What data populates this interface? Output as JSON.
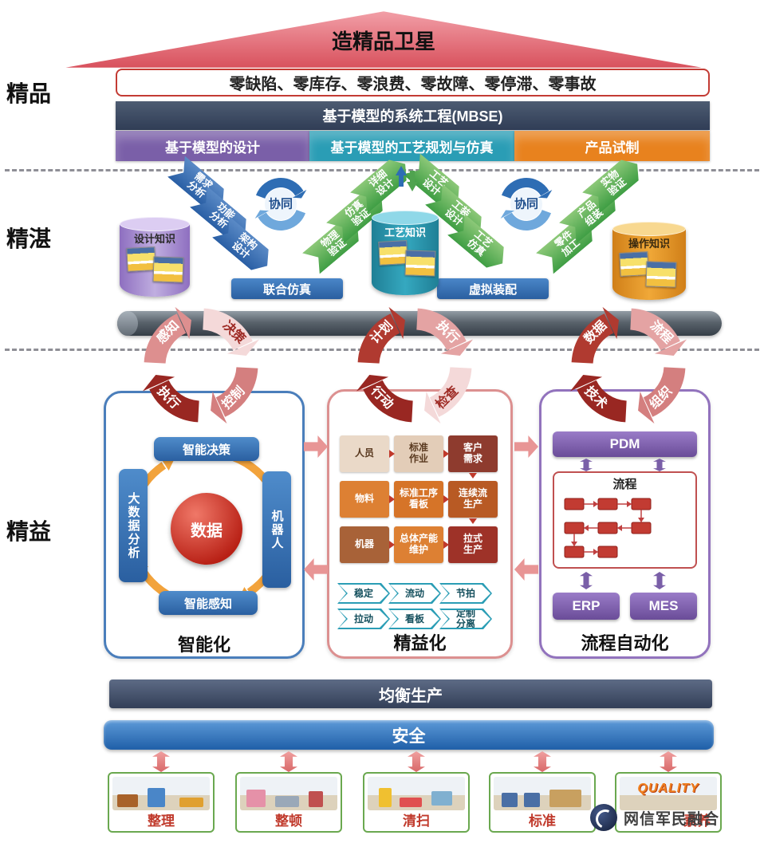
{
  "palette": {
    "roof_pink": "#d8505c",
    "blue": "#2a5fa0",
    "teal": "#2a9db5",
    "purple": "#7a5fa8",
    "orange": "#e8821e",
    "dark_header": "#3d4a5d",
    "green": "#4fa34f",
    "dark_red": "#992722",
    "pink": "#e39b9b",
    "salmon": "#e89595"
  },
  "header": {
    "roof_title": "造精品卫星",
    "zeros_banner": "零缺陷、零库存、零浪费、零故障、零停滞、零事故",
    "mbse_title": "基于模型的系统工程(MBSE)",
    "mbse_columns": [
      {
        "label": "基于模型的设计",
        "color": "#7a5fa8"
      },
      {
        "label": "基于模型的工艺规划与仿真",
        "color": "#2a9db5"
      },
      {
        "label": "产品试制",
        "color": "#e8821e"
      }
    ]
  },
  "section_labels": [
    {
      "label": "精品"
    },
    {
      "label": "精湛"
    },
    {
      "label": "精益"
    }
  ],
  "v_model": {
    "collab_label": "协同",
    "v1": {
      "left_steps": [
        "需求分析",
        "功能分析",
        "架构设计"
      ],
      "bottom": "联合仿真",
      "right_steps": [
        "物理验证",
        "仿真验证",
        "详细设计"
      ]
    },
    "v2": {
      "left_steps": [
        "工艺设计",
        "工装设计",
        "工艺仿真"
      ],
      "bottom": "虚拟装配",
      "right_steps": [
        "零件加工",
        "产品组装",
        "实物验证"
      ]
    },
    "databases": [
      {
        "label": "设计知识"
      },
      {
        "label": "工艺知识"
      },
      {
        "label": "操作知识"
      }
    ]
  },
  "cycles": [
    {
      "labels": [
        "感知",
        "决策",
        "控制",
        "执行"
      ],
      "colors": [
        "#dd8f8f",
        "#f4d9d9",
        "#d47f7f",
        "#992722"
      ],
      "text_colors": [
        "#ffffff",
        "#9e2b25",
        "#ffffff",
        "#ffffff"
      ]
    },
    {
      "labels": [
        "计划",
        "执行",
        "检查",
        "行动"
      ],
      "colors": [
        "#b03a30",
        "#e4a3a3",
        "#f4d9d9",
        "#992722"
      ],
      "text_colors": [
        "#ffffff",
        "#ffffff",
        "#9e2b25",
        "#ffffff"
      ]
    },
    {
      "labels": [
        "数据",
        "流程",
        "组织",
        "技术"
      ],
      "colors": [
        "#b03a30",
        "#e4a3a3",
        "#d47f7f",
        "#992722"
      ],
      "text_colors": [
        "#ffffff",
        "#ffffff",
        "#ffffff",
        "#ffffff"
      ]
    }
  ],
  "smart_box": {
    "title": "智能化",
    "top": "智能决策",
    "left": "大数据分析",
    "right": "机器人",
    "center": "数据",
    "bottom": "智能感知"
  },
  "lean_box": {
    "title": "精益化",
    "grid": [
      [
        {
          "label": "人员",
          "bg": "#ead9c8",
          "fg": "#5a3a20"
        },
        {
          "label": "标准作业",
          "bg": "#e3cdb8",
          "fg": "#5a3a20"
        },
        {
          "label": "客户需求",
          "bg": "#8e3b2e",
          "fg": "#ffffff"
        }
      ],
      [
        {
          "label": "物料",
          "bg": "#dd8033",
          "fg": "#ffffff"
        },
        {
          "label": "标准工序看板",
          "bg": "#d67428",
          "fg": "#ffffff"
        },
        {
          "label": "连续流生产",
          "bg": "#b85a24",
          "fg": "#ffffff"
        }
      ],
      [
        {
          "label": "机器",
          "bg": "#a86238",
          "fg": "#ffffff"
        },
        {
          "label": "总体产能维护",
          "bg": "#dd8033",
          "fg": "#ffffff"
        },
        {
          "label": "拉式生产",
          "bg": "#9e3228",
          "fg": "#ffffff"
        }
      ]
    ],
    "chevrons": [
      [
        "稳定",
        "流动",
        "节拍"
      ],
      [
        "拉动",
        "看板",
        "定制分离"
      ]
    ]
  },
  "flow_box": {
    "title": "流程自动化",
    "pdm_label": "PDM",
    "process_label": "流程",
    "erp_label": "ERP",
    "mes_label": "MES"
  },
  "balanced_bar": "均衡生产",
  "safety_bar": "安全",
  "five_s": [
    {
      "label": "整理"
    },
    {
      "label": "整顿"
    },
    {
      "label": "清扫"
    },
    {
      "label": "标准"
    },
    {
      "label": "素养",
      "art": "QUALITY"
    }
  ],
  "watermark": "网信军民融合"
}
